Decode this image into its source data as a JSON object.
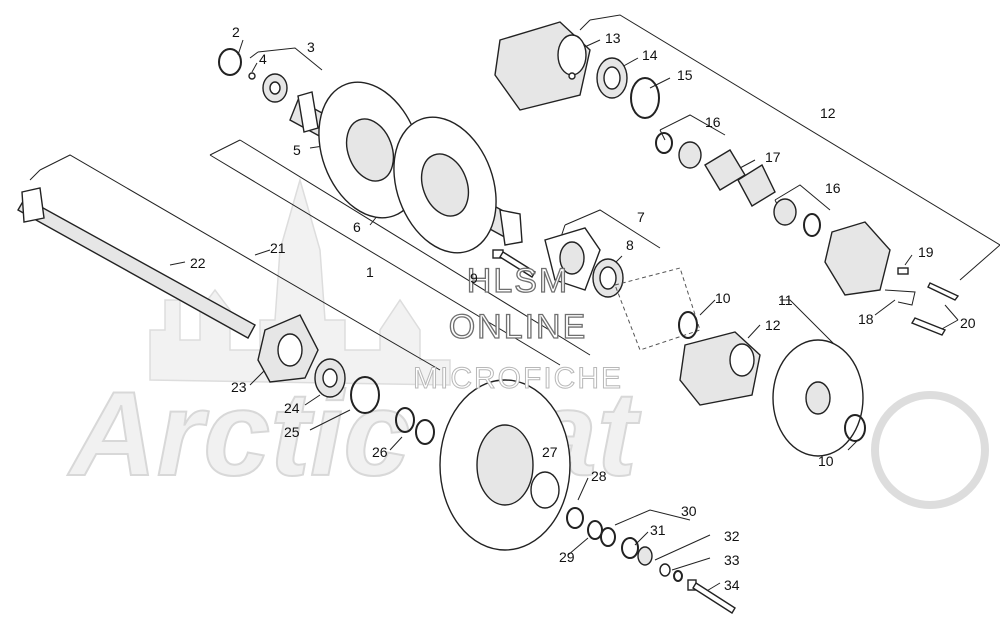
{
  "watermark": {
    "line1": "HLSM",
    "line2": "ONLINE",
    "line3": "MICROFICHE",
    "brand": "Arctic Cat"
  },
  "callouts": [
    {
      "id": "c1",
      "label": "1"
    },
    {
      "id": "c2",
      "label": "2"
    },
    {
      "id": "c3",
      "label": "3"
    },
    {
      "id": "c4",
      "label": "4"
    },
    {
      "id": "c5",
      "label": "5"
    },
    {
      "id": "c6",
      "label": "6"
    },
    {
      "id": "c7",
      "label": "7"
    },
    {
      "id": "c8",
      "label": "8"
    },
    {
      "id": "c9",
      "label": "9"
    },
    {
      "id": "c10a",
      "label": "10"
    },
    {
      "id": "c10b",
      "label": "10"
    },
    {
      "id": "c11",
      "label": "11"
    },
    {
      "id": "c12a",
      "label": "12"
    },
    {
      "id": "c12b",
      "label": "12"
    },
    {
      "id": "c13",
      "label": "13"
    },
    {
      "id": "c14",
      "label": "14"
    },
    {
      "id": "c15",
      "label": "15"
    },
    {
      "id": "c16a",
      "label": "16"
    },
    {
      "id": "c16b",
      "label": "16"
    },
    {
      "id": "c17",
      "label": "17"
    },
    {
      "id": "c18",
      "label": "18"
    },
    {
      "id": "c19",
      "label": "19"
    },
    {
      "id": "c20",
      "label": "20"
    },
    {
      "id": "c21",
      "label": "21"
    },
    {
      "id": "c22",
      "label": "22"
    },
    {
      "id": "c23",
      "label": "23"
    },
    {
      "id": "c24",
      "label": "24"
    },
    {
      "id": "c25",
      "label": "25"
    },
    {
      "id": "c26",
      "label": "26"
    },
    {
      "id": "c27",
      "label": "27"
    },
    {
      "id": "c28",
      "label": "28"
    },
    {
      "id": "c29",
      "label": "29"
    },
    {
      "id": "c30",
      "label": "30"
    },
    {
      "id": "c31",
      "label": "31"
    },
    {
      "id": "c32",
      "label": "32"
    },
    {
      "id": "c33",
      "label": "33"
    },
    {
      "id": "c34",
      "label": "34"
    }
  ]
}
